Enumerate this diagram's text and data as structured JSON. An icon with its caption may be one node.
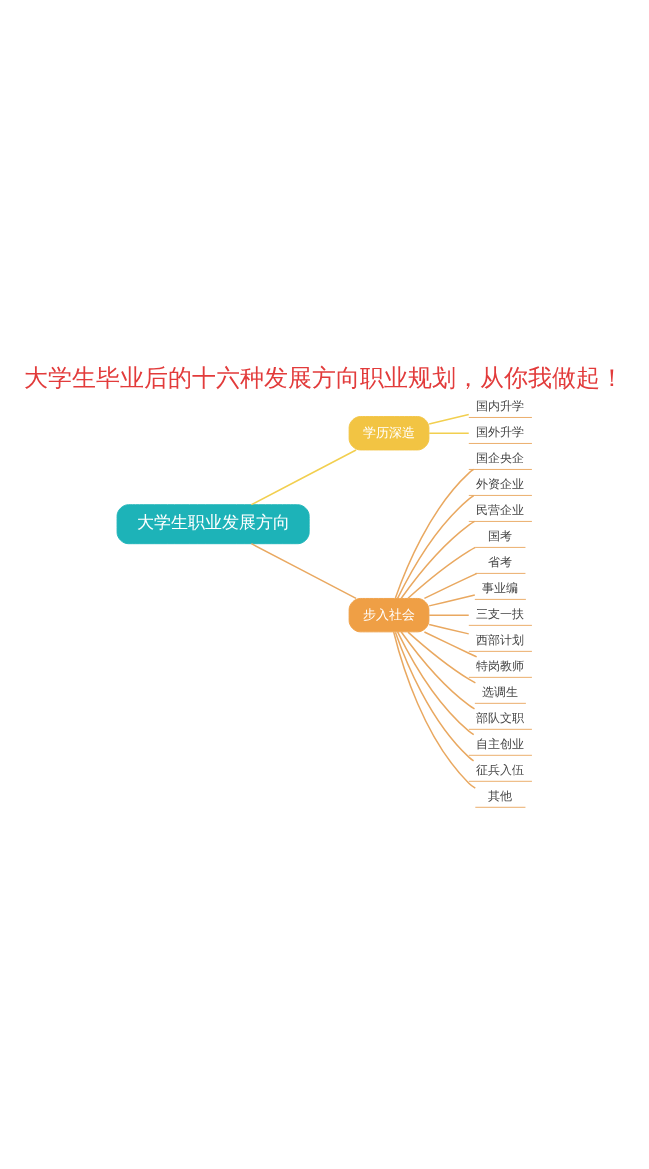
{
  "diagram": {
    "title": "大学生毕业后的十六种发展方向职业规划，从你我做起！",
    "nodes": [
      {
        "text": [
          "大学生职业发展方向"
        ]
      },
      {
        "text": [
          "学历深造"
        ]
      },
      {
        "text": [
          "国内升学"
        ]
      },
      {
        "text": [
          "国外升学"
        ]
      },
      {
        "text": [
          "步入社会"
        ]
      },
      {
        "text": [
          "国企央企"
        ]
      },
      {
        "text": [
          "外资企业"
        ]
      },
      {
        "text": [
          "民营企业"
        ]
      },
      {
        "text": [
          "国考"
        ]
      },
      {
        "text": [
          "省考"
        ]
      },
      {
        "text": [
          "事业编"
        ]
      },
      {
        "text": [
          "三支一扶"
        ]
      },
      {
        "text": [
          "西部计划"
        ]
      },
      {
        "text": [
          "特岗教师"
        ]
      },
      {
        "text": [
          "选调生"
        ]
      },
      {
        "text": [
          "部队文职"
        ]
      },
      {
        "text": [
          "自主创业"
        ]
      },
      {
        "text": [
          "征兵入伍"
        ]
      },
      {
        "text": [
          "其他"
        ]
      }
    ],
    "edges": [
      {
        "from": 0,
        "to": 1,
        "arrow": "none",
        "color": "#f2cf4f"
      },
      {
        "from": 1,
        "to": 2,
        "arrow": "none",
        "color": "#f2cf4f"
      },
      {
        "from": 1,
        "to": 3,
        "arrow": "none",
        "color": "#f2cf4f"
      },
      {
        "from": 0,
        "to": 4,
        "arrow": "none"
      },
      {
        "from": 4,
        "to": 5,
        "arrow": "none"
      },
      {
        "from": 4,
        "to": 6,
        "arrow": "none"
      },
      {
        "from": 4,
        "to": 7,
        "arrow": "none"
      },
      {
        "from": 4,
        "to": 8,
        "arrow": "none"
      },
      {
        "from": 4,
        "to": 9,
        "arrow": "none"
      },
      {
        "from": 4,
        "to": 10,
        "arrow": "none"
      },
      {
        "from": 4,
        "to": 11,
        "arrow": "none"
      },
      {
        "from": 4,
        "to": 12,
        "arrow": "none"
      },
      {
        "from": 4,
        "to": 13,
        "arrow": "none"
      },
      {
        "from": 4,
        "to": 14,
        "arrow": "none"
      },
      {
        "from": 4,
        "to": 15,
        "arrow": "none"
      },
      {
        "from": 4,
        "to": 16,
        "arrow": "none"
      },
      {
        "from": 4,
        "to": 17,
        "arrow": "none"
      },
      {
        "from": 4,
        "to": 18,
        "arrow": "none"
      }
    ]
  }
}
